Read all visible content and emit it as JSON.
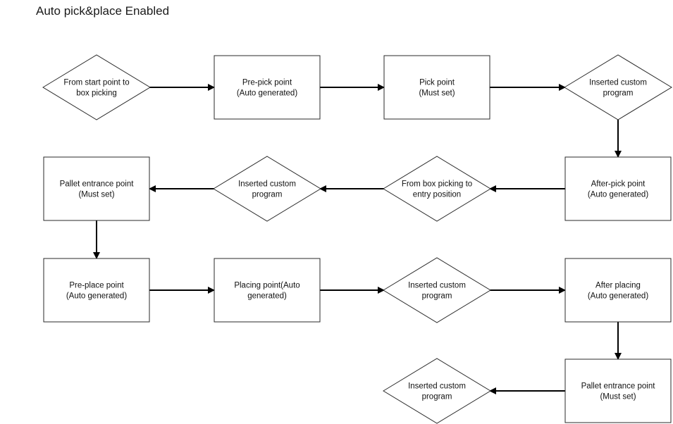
{
  "title": "Auto pick&place Enabled",
  "nodes": [
    {
      "id": "n1",
      "shape": "diamond",
      "lines": [
        "From start point to",
        "box picking"
      ]
    },
    {
      "id": "n2",
      "shape": "rect",
      "lines": [
        "Pre-pick point",
        "(Auto generated)"
      ]
    },
    {
      "id": "n3",
      "shape": "rect",
      "lines": [
        "Pick point",
        "(Must set)"
      ]
    },
    {
      "id": "n4",
      "shape": "diamond",
      "lines": [
        "Inserted custom",
        "program"
      ]
    },
    {
      "id": "n5",
      "shape": "rect",
      "lines": [
        "After-pick point",
        "(Auto generated)"
      ]
    },
    {
      "id": "n6",
      "shape": "diamond",
      "lines": [
        "From box picking to",
        "entry position"
      ]
    },
    {
      "id": "n7",
      "shape": "diamond",
      "lines": [
        "Inserted custom",
        "program"
      ]
    },
    {
      "id": "n8",
      "shape": "rect",
      "lines": [
        "Pallet entrance point",
        "(Must set)"
      ]
    },
    {
      "id": "n9",
      "shape": "rect",
      "lines": [
        "Pre-place point",
        "(Auto generated)"
      ]
    },
    {
      "id": "n10",
      "shape": "rect",
      "lines": [
        "Placing point(Auto",
        "generated)"
      ]
    },
    {
      "id": "n11",
      "shape": "diamond",
      "lines": [
        "Inserted custom",
        "program"
      ]
    },
    {
      "id": "n12",
      "shape": "rect",
      "lines": [
        "After placing",
        "(Auto generated)"
      ]
    },
    {
      "id": "n13",
      "shape": "rect",
      "lines": [
        "Pallet entrance point",
        "(Must set)"
      ]
    },
    {
      "id": "n14",
      "shape": "diamond",
      "lines": [
        "Inserted custom",
        "program"
      ]
    }
  ],
  "edges": [
    {
      "from": "n1",
      "to": "n2"
    },
    {
      "from": "n2",
      "to": "n3"
    },
    {
      "from": "n3",
      "to": "n4"
    },
    {
      "from": "n4",
      "to": "n5"
    },
    {
      "from": "n5",
      "to": "n6"
    },
    {
      "from": "n6",
      "to": "n7"
    },
    {
      "from": "n7",
      "to": "n8"
    },
    {
      "from": "n8",
      "to": "n9"
    },
    {
      "from": "n9",
      "to": "n10"
    },
    {
      "from": "n10",
      "to": "n11"
    },
    {
      "from": "n11",
      "to": "n12"
    },
    {
      "from": "n12",
      "to": "n13"
    },
    {
      "from": "n13",
      "to": "n14"
    }
  ]
}
